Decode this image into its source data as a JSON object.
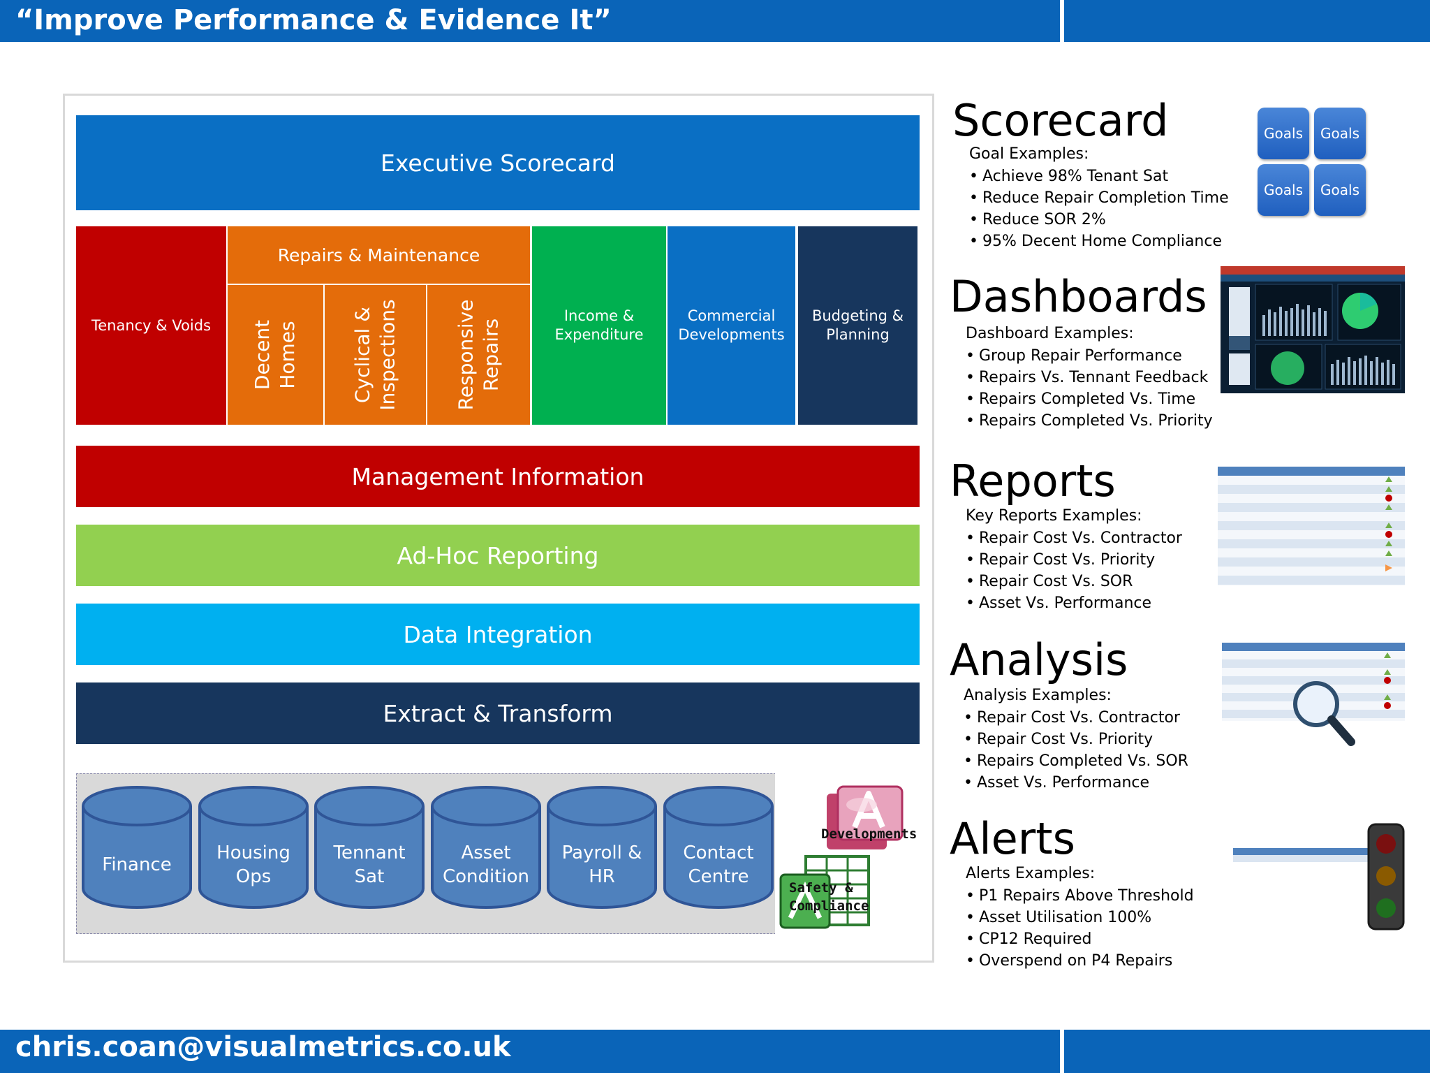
{
  "header": {
    "title": "“Improve Performance & Evidence It”"
  },
  "footer": {
    "email": "chris.coan@visualmetrics.co.uk"
  },
  "diagram": {
    "executive": "Executive Scorecard",
    "tenancy": "Tenancy & Voids",
    "repairs_head": "Repairs & Maintenance",
    "repairs_sub": [
      {
        "line1": "Decent",
        "line2": "Homes"
      },
      {
        "line1": "Cyclical &",
        "line2": "Inspections"
      },
      {
        "line1": "Responsive",
        "line2": "Repairs"
      }
    ],
    "income": {
      "line1": "Income &",
      "line2": "Expenditure"
    },
    "commercial": {
      "line1": "Commercial",
      "line2": "Developments"
    },
    "budget": {
      "line1": "Budgeting &",
      "line2": "Planning"
    },
    "management": "Management Information",
    "adhoc": "Ad-Hoc Reporting",
    "data_integration": "Data Integration",
    "extract": "Extract & Transform",
    "sources": [
      {
        "line1": "Finance",
        "line2": ""
      },
      {
        "line1": "Housing",
        "line2": "Ops"
      },
      {
        "line1": "Tennant",
        "line2": "Sat"
      },
      {
        "line1": "Asset",
        "line2": "Condition"
      },
      {
        "line1": "Payroll &",
        "line2": "HR"
      },
      {
        "line1": "Contact",
        "line2": "Centre"
      }
    ],
    "access_db_label": "Developments",
    "excel_label_1": "Safety &",
    "excel_label_2": "Compliance"
  },
  "scorecard": {
    "title": "Scorecard",
    "subtitle": "Goal Examples:",
    "items": [
      "Achieve 98% Tenant Sat",
      "Reduce Repair Completion Time",
      "Reduce SOR 2%",
      "95% Decent Home Compliance"
    ],
    "goals": [
      "Goals",
      "Goals",
      "Goals",
      "Goals"
    ]
  },
  "dashboards": {
    "title": "Dashboards",
    "subtitle": "Dashboard Examples:",
    "items": [
      "Group Repair Performance",
      "Repairs Vs. Tennant Feedback",
      "Repairs Completed Vs. Time",
      "Repairs Completed Vs. Priority"
    ]
  },
  "reports": {
    "title": "Reports",
    "subtitle": "Key Reports Examples:",
    "items": [
      "Repair Cost Vs. Contractor",
      "Repair Cost Vs. Priority",
      "Repair Cost Vs. SOR",
      "Asset Vs. Performance"
    ]
  },
  "analysis": {
    "title": "Analysis",
    "subtitle": "Analysis Examples:",
    "items": [
      "Repair Cost Vs. Contractor",
      "Repair Cost Vs. Priority",
      "Repairs Completed Vs. SOR",
      "Asset Vs. Performance"
    ]
  },
  "alerts": {
    "title": "Alerts",
    "subtitle": "Alerts Examples:",
    "items": [
      "P1 Repairs Above Threshold",
      "Asset Utilisation 100%",
      "CP12 Required",
      "Overspend on P4 Repairs"
    ]
  },
  "colors": {
    "header_blue": "#0a64b8",
    "exec_blue": "#0a6fc4",
    "red": "#c00000",
    "orange": "#e46c0a",
    "green": "#00b050",
    "navy": "#17365d",
    "lime": "#92d050",
    "cyan": "#00b0f0",
    "cylinder_blue": "#4f81bd"
  }
}
